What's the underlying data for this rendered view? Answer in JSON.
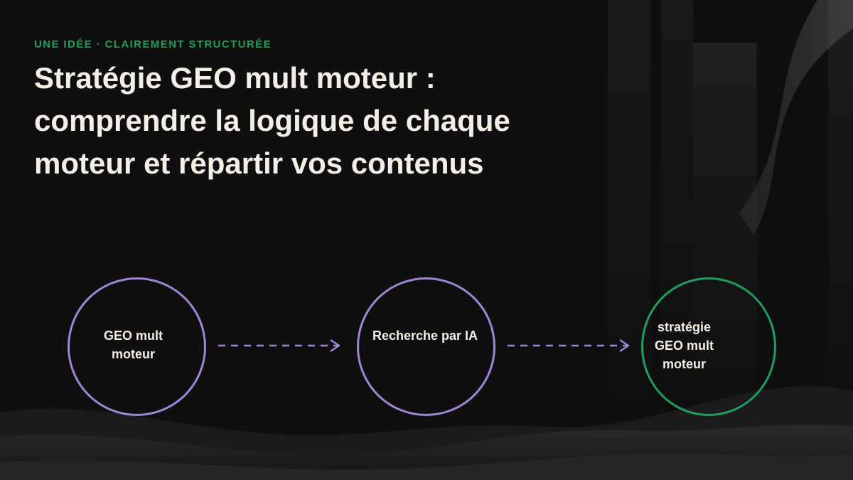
{
  "header": {
    "eyebrow": "UNE IDÉE · CLAIREMENT STRUCTURÉE",
    "title": "Stratégie GEO mult moteur : comprendre la logique de chaque moteur et répartir vos contenus"
  },
  "diagram": {
    "nodes": [
      {
        "label": "GEO mult moteur",
        "color": "#9d87d6"
      },
      {
        "label": "Recherche par IA",
        "color": "#9d87d6"
      },
      {
        "label": "stratégie GEO mult moteur",
        "color": "#1f9d5c"
      }
    ],
    "arrow_color": "#9d87d6"
  },
  "colors": {
    "background": "#0f0f0f",
    "accent_green": "#1f9d5c",
    "accent_purple": "#9d87d6",
    "text": "#f3efe7"
  }
}
